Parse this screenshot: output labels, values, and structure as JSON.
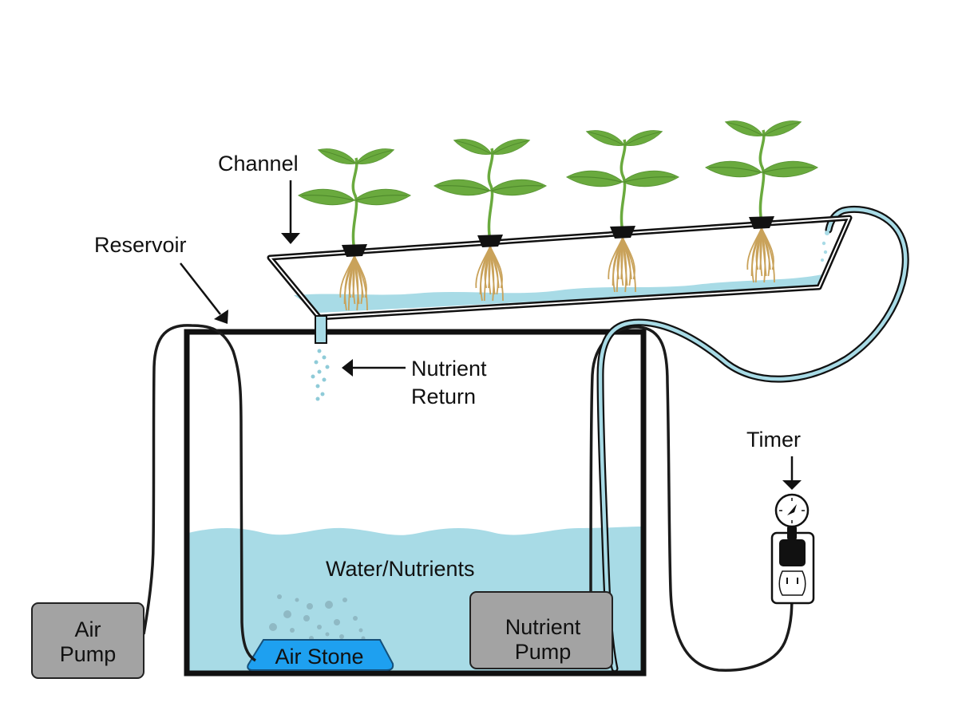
{
  "title": "NFT Hydroponic System Diagram",
  "labels": {
    "channel": "Channel",
    "reservoir": "Reservoir",
    "nutrient_return_line1": "Nutrient",
    "nutrient_return_line2": "Return",
    "timer": "Timer",
    "water_nutrients": "Water/Nutrients",
    "air_pump_line1": "Air",
    "air_pump_line2": "Pump",
    "nutrient_pump_line1": "Nutrient",
    "nutrient_pump_line2": "Pump",
    "air_stone": "Air Stone"
  },
  "components": [
    {
      "name": "Channel",
      "icon": "channel-trough"
    },
    {
      "name": "Reservoir",
      "icon": "reservoir-tank"
    },
    {
      "name": "Nutrient Return",
      "icon": "drip-outlet"
    },
    {
      "name": "Timer",
      "icon": "timer-dial"
    },
    {
      "name": "Air Pump",
      "icon": "air-pump-box"
    },
    {
      "name": "Nutrient Pump",
      "icon": "nutrient-pump-box"
    },
    {
      "name": "Air Stone",
      "icon": "air-stone"
    },
    {
      "name": "Outlet",
      "icon": "wall-outlet"
    }
  ],
  "plants": {
    "count": 4
  },
  "colors": {
    "water": "#a8dbe6",
    "leaf": "#6aaa3e",
    "leaf_dark": "#4f8a2c",
    "root": "#c9a25a",
    "pump_box": "#a3a3a3",
    "air_stone": "#1ea0f0",
    "outline": "#111111"
  }
}
